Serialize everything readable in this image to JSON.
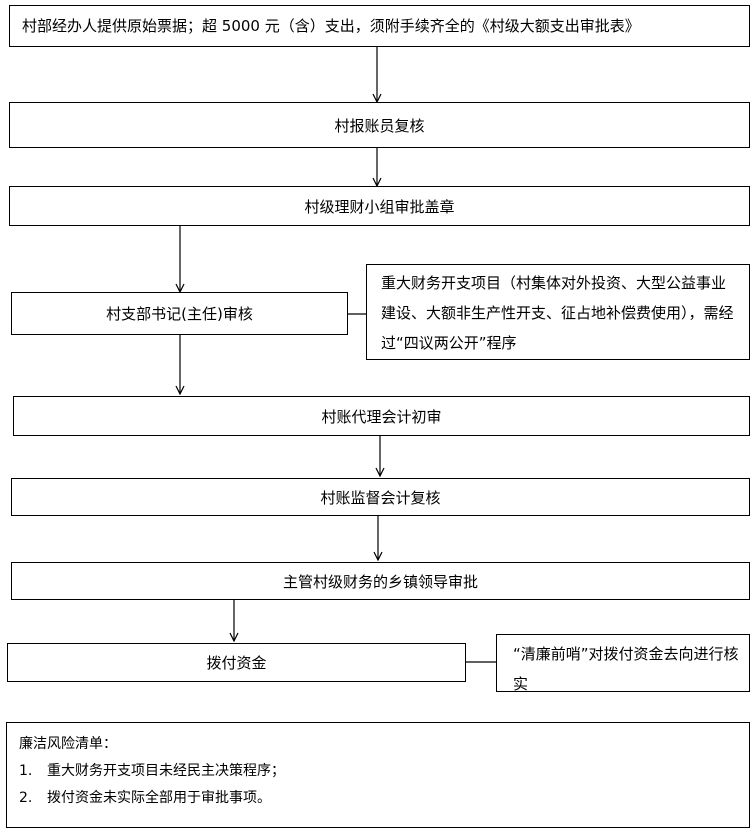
{
  "steps": {
    "step1": "村部经办人提供原始票据；超 5000 元（含）支出，须附手续齐全的《村级大额支出审批表》",
    "step2": "村报账员复核",
    "step3": "村级理财小组审批盖章",
    "step4": "村支部书记(主任)审核",
    "step5": "村账代理会计初审",
    "step6": "村账监督会计复核",
    "step7": "主管村级财务的乡镇领导审批",
    "step8": "拨付资金"
  },
  "notes": {
    "major_projects": "重大财务开支项目（村集体对外投资、大型公益事业建设、大额非生产性开支、征占地补偿费使用），需经过“四议两公开”程序",
    "qinglian": "“清廉前哨”对拨付资金去向进行核实"
  },
  "risk": {
    "title": "廉洁风险清单：",
    "items": [
      {
        "num": "1.",
        "text": "重大财务开支项目未经民主决策程序；"
      },
      {
        "num": "2.",
        "text": "拨付资金未实际全部用于审批事项。"
      }
    ]
  }
}
